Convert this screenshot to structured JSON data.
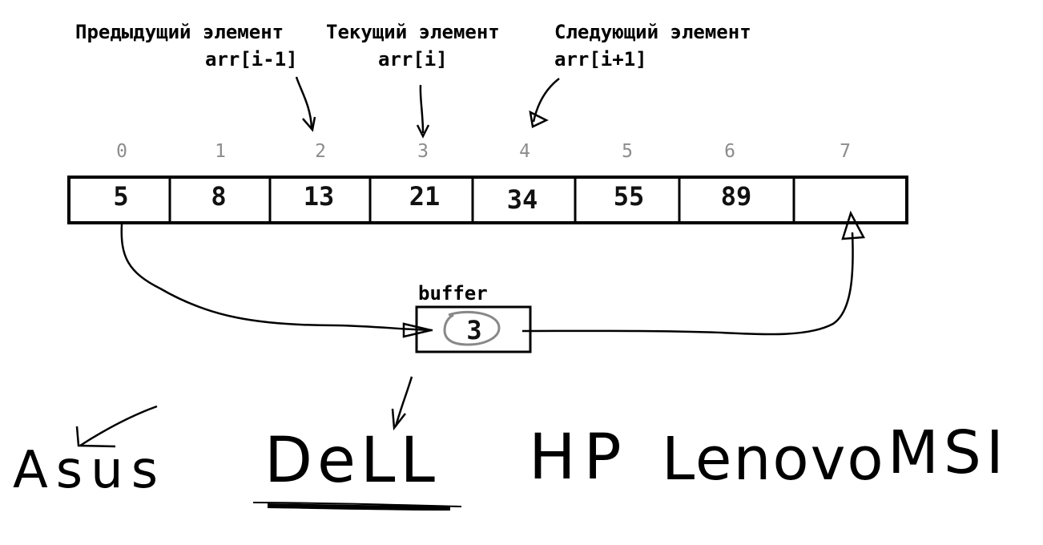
{
  "labels": {
    "prev_title": "Предыдущий элемент",
    "prev_expr": "arr[i-1]",
    "curr_title": "Текущий элемент",
    "curr_expr": "arr[i]",
    "next_title": "Следующий элемент",
    "next_expr": "arr[i+1]",
    "buffer_title": "buffer"
  },
  "array": {
    "indices": [
      "0",
      "1",
      "2",
      "3",
      "4",
      "5",
      "6",
      "7"
    ],
    "values": [
      "5",
      "8",
      "13",
      "21",
      "34",
      "55",
      "89",
      ""
    ]
  },
  "buffer": {
    "value": "3"
  },
  "brands": [
    "Asus",
    "DeLL",
    "HP",
    "Lenovo",
    "MSI"
  ]
}
